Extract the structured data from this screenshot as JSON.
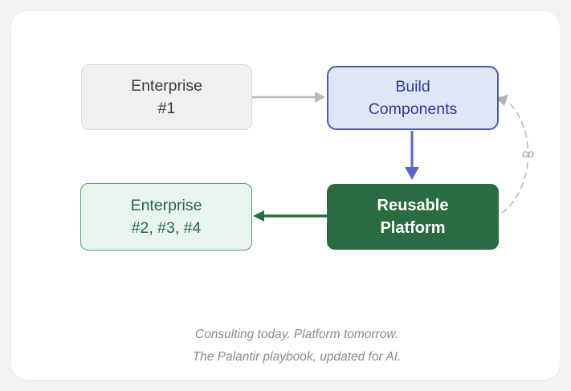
{
  "colors": {
    "page_bg": "#f3f3f4",
    "card_bg": "#ffffff",
    "gray_node_bg": "#f0f0f0",
    "gray_node_border": "#d9d9d9",
    "gray_node_text": "#3c3c3c",
    "blue_node_bg": "#e0e5f8",
    "blue_node_border": "#4d59b3",
    "blue_node_text": "#2f3b96",
    "dark_green_bg": "#2b6b42",
    "dark_green_text": "#ffffff",
    "green_node_bg": "#e9f4ee",
    "green_node_border": "#46a06d",
    "green_node_text": "#27684a",
    "arrow_gray": "#b9b9b9",
    "arrow_blue": "#5a66c8",
    "arrow_green": "#2d6e44",
    "dashed_gray": "#c3c3c3",
    "dashed_head": "#b5b5b5",
    "loop_label_text": "#9b9b9b",
    "caption_text": "#8b8b8b"
  },
  "nodes": {
    "enterprise_1": {
      "line1": "Enterprise",
      "line2": "#1"
    },
    "build_components": {
      "line1": "Build",
      "line2": "Components"
    },
    "reusable_platform": {
      "line1": "Reusable",
      "line2": "Platform"
    },
    "enterprise_234": {
      "line1": "Enterprise",
      "line2": "#2, #3, #4"
    }
  },
  "edges": {
    "loop_label": "co"
  },
  "caption": {
    "line1": "Consulting today. Platform tomorrow.",
    "line2": "The Palantir playbook, updated for AI."
  }
}
